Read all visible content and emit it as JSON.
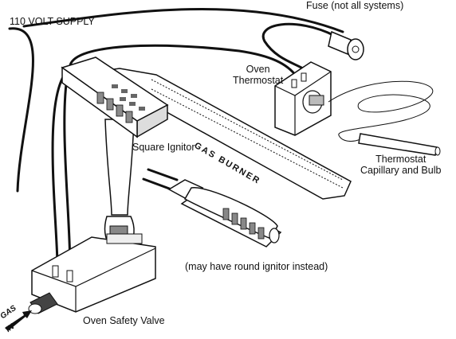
{
  "labels": {
    "supply": "110 VOLT SUPPLY",
    "fuse": "Fuse (not all systems)",
    "thermostat_line1": "Oven",
    "thermostat_line2": "Thermostat",
    "capillary_line1": "Thermostat",
    "capillary_line2": "Capillary and Bulb",
    "square_ignitor": "Square Ignitor",
    "round_ignitor_note": "(may have round ignitor instead)",
    "safety_valve": "Oven Safety Valve",
    "burner_text": "GAS BURNER",
    "gas_arrow_top": "GAS",
    "gas_arrow_bottom": "IN"
  },
  "colors": {
    "line": "#111111",
    "fill": "#ffffff",
    "shade": "#9a9a9a",
    "dark": "#555555"
  }
}
